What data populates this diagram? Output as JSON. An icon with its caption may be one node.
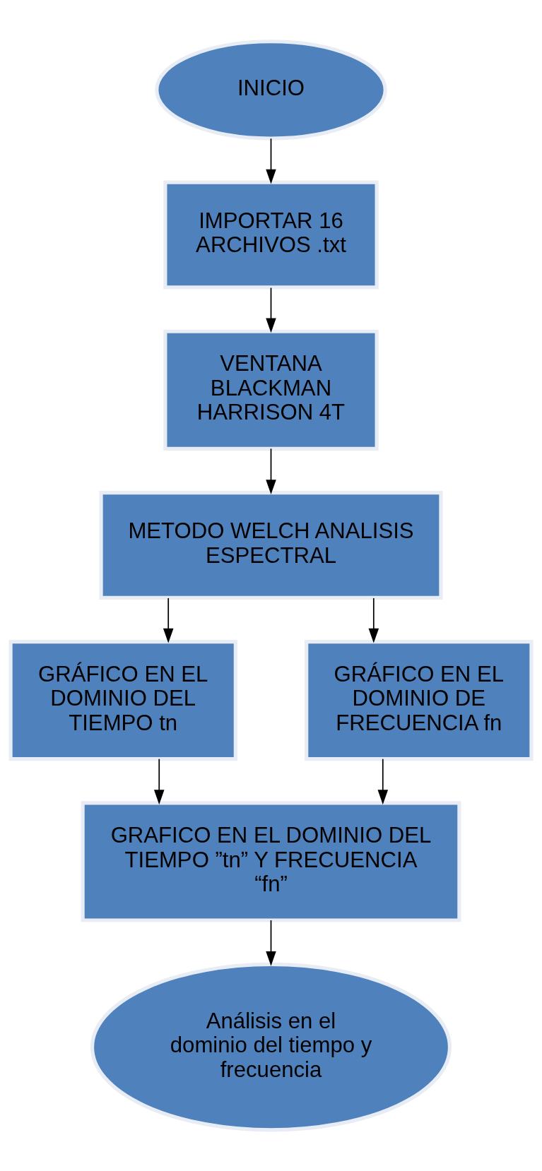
{
  "diagram": {
    "nodes": [
      {
        "text": [
          "INICIO"
        ]
      },
      {
        "text": [
          "IMPORTAR 16 ARCHIVOS .txt"
        ]
      },
      {
        "text": [
          "VENTANA BLACKMAN HARRISON 4T"
        ]
      },
      {
        "text": [
          "METODO WELCH ANALISIS ESPECTRAL"
        ]
      },
      {
        "text": [
          "GRÁFICO EN EL DOMINIO DEL TIEMPO tn"
        ]
      },
      {
        "text": [
          "GRÁFICO EN EL DOMINIO DE FRECUENCIA fn"
        ]
      },
      {
        "text": [
          "GRAFICO EN EL DOMINIO DEL TIEMPO ”tn” Y FRECUENCIA “fn”"
        ]
      },
      {
        "text": [
          "Análisis en el dominio del tiempo y frecuencia"
        ]
      }
    ],
    "edges": [
      {
        "from": 0,
        "to": 1,
        "arrow": "to"
      },
      {
        "from": 1,
        "to": 2,
        "arrow": "to"
      },
      {
        "from": 2,
        "to": 3,
        "arrow": "to"
      },
      {
        "from": 3,
        "to": 4,
        "arrow": "to"
      },
      {
        "from": 3,
        "to": 5,
        "arrow": "to"
      },
      {
        "from": 4,
        "to": 6,
        "arrow": "to"
      },
      {
        "from": 5,
        "to": 6,
        "arrow": "to"
      },
      {
        "from": 6,
        "to": 7,
        "arrow": "to"
      }
    ]
  }
}
